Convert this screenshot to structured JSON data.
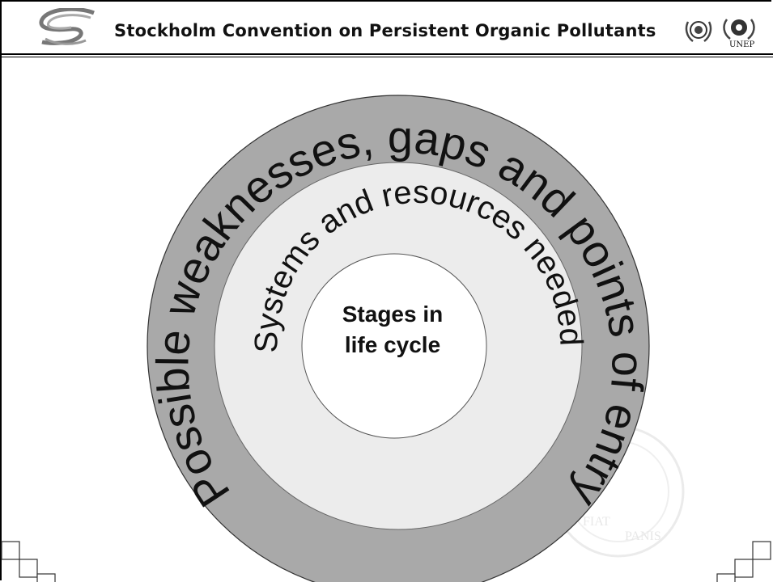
{
  "header": {
    "title": "Stockholm Convention on Persistent Organic Pollutants",
    "unep_label": "UNEP"
  },
  "diagram": {
    "outer_ring_text": "Possible weaknesses, gaps and points of entry",
    "middle_ring_text": "Systems and resources needed",
    "center_text_line1": "Stages in",
    "center_text_line2": "life cycle",
    "outer_ring_color": "#a9a9a9",
    "middle_ring_color": "#ececec",
    "center_color": "#ffffff"
  },
  "watermark": {
    "text_left": "FIAT",
    "text_right": "PANIS"
  }
}
